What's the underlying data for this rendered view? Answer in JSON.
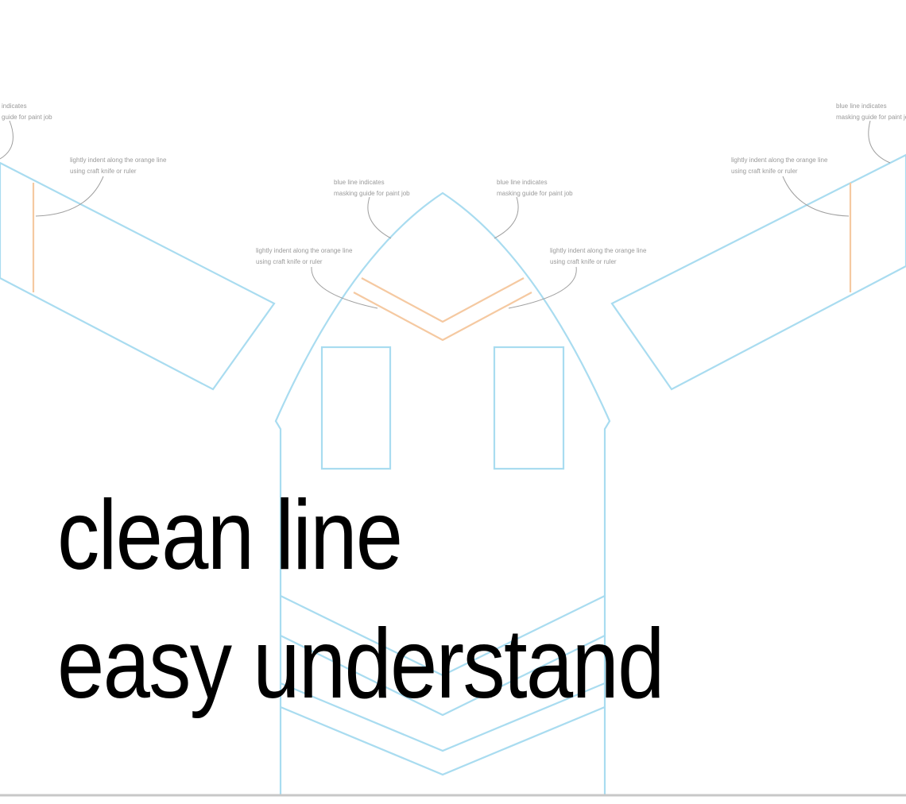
{
  "annotations": {
    "blue_note": [
      "blue line indicates",
      "masking guide for paint job"
    ],
    "orange_note": [
      "lightly indent along the orange line",
      "using craft knife or ruler"
    ]
  },
  "caption": {
    "line1": "clean line",
    "line2": "easy understand"
  },
  "colors": {
    "cut_line": "#a9dcf0",
    "fold_line": "#f5c9a1",
    "caption_text": "#000000",
    "note_text": "#9a9a9a",
    "bottom_rule": "#c8c8c8"
  }
}
